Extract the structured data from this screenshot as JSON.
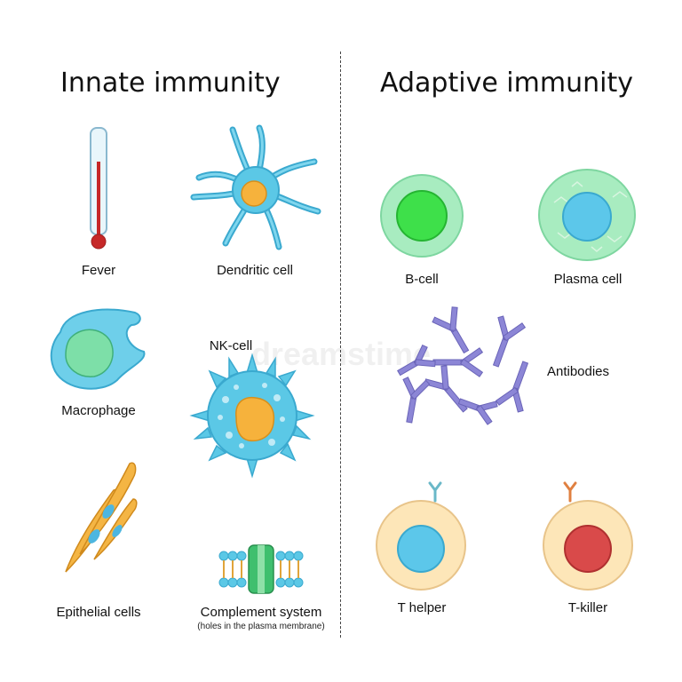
{
  "headings": {
    "innate": "Innate immunity",
    "adaptive": "Adaptive immunity"
  },
  "labels": {
    "fever": "Fever",
    "dendritic_cell": "Dendritic cell",
    "macrophage": "Macrophage",
    "nk_cell": "NK-cell",
    "epithelial_cells": "Epithelial cells",
    "complement_system": "Complement system",
    "complement_note": "(holes in the plasma membrane)",
    "b_cell": "B-cell",
    "plasma_cell": "Plasma cell",
    "antibodies": "Antibodies",
    "t_helper": "T helper",
    "t_killer": "T-killer"
  },
  "watermark": "dreamstime",
  "colors": {
    "cyan_cell": "#5bc8e6",
    "nucleus_orange": "#f6b23c",
    "b_cell_green": "#3ee04a",
    "plasma_blue": "#5cc7ea",
    "antibody_purple": "#8c86d6",
    "t_cell_cream": "#fde6b8",
    "t_killer_red": "#d94a4a"
  }
}
